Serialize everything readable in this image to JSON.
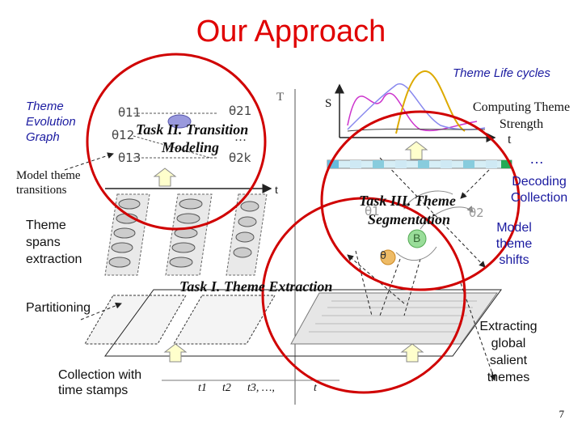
{
  "title": "Our Approach",
  "left_labels": {
    "theme_evolution_graph": "Theme Evolution Graph",
    "model_transitions": "Model theme transitions",
    "theme_spans": "Theme spans extraction",
    "partitioning": "Partitioning",
    "collection": "Collection with time stamps"
  },
  "right_labels": {
    "theme_life_cycles": "Theme Life cycles",
    "computing_strength": "Computing Theme Strength",
    "strength_t": "t",
    "ellipsis": "…",
    "decoding": "Decoding Collection",
    "model_shifts": "Model theme shifts",
    "extracting": "Extracting global salient themes"
  },
  "tasks": {
    "task1": "Task I. Theme Extraction",
    "task2_line1": "Task II. Transition",
    "task2_line2": "Modeling",
    "task3_line1": "Task III. Theme",
    "task3_line2": "Segmentation"
  },
  "thetas": {
    "t11": "θ11",
    "t12": "θ12",
    "t13": "θ13",
    "t21": "θ21",
    "t2k": "θ2k",
    "dots": "…",
    "tA": "θ1",
    "tB": "θ2",
    "tC": "θ",
    "B": "B"
  },
  "axes": {
    "T": "T",
    "t": "t",
    "S": "S"
  },
  "timeline": [
    "t1",
    "t2",
    "t3, …,",
    "t"
  ],
  "page_number": "7",
  "colors": {
    "title": "#e00000",
    "accent_blue": "#1a1aa0",
    "circle_red": "#d00000"
  }
}
